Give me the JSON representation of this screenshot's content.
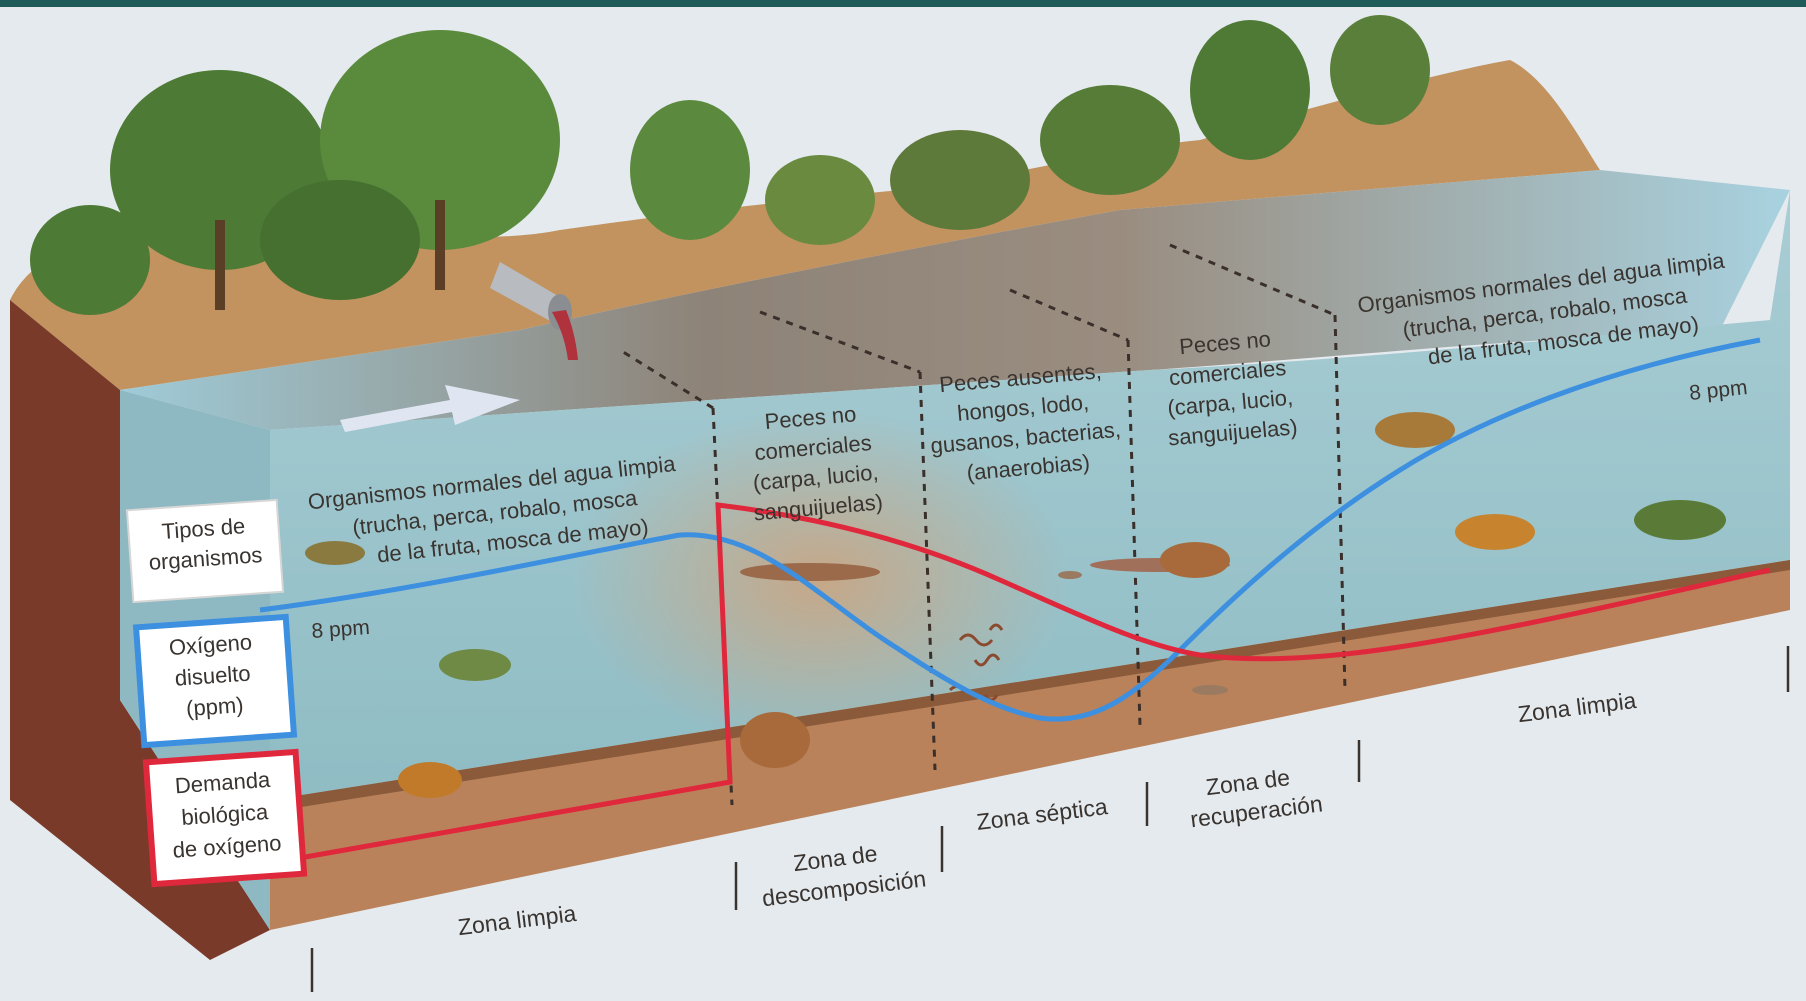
{
  "legend": {
    "organisms": [
      "Tipos de",
      "organismos"
    ],
    "oxygen": [
      "Oxígeno",
      "disuelto",
      "(ppm)"
    ],
    "bod": [
      "Demanda",
      "biológica",
      "de oxígeno"
    ]
  },
  "zones": {
    "clean_left": {
      "name": "Zona limpia",
      "organisms": [
        "Organismos normales del agua limpia",
        "(trucha, perca, robalo, mosca",
        "de la fruta, mosca de mayo)"
      ]
    },
    "decomposition": {
      "name": [
        "Zona de",
        "descomposición"
      ],
      "organisms": [
        "Peces no",
        "comerciales",
        "(carpa, lucio,",
        "sanguijuelas)"
      ]
    },
    "septic": {
      "name": "Zona séptica",
      "organisms": [
        "Peces ausentes,",
        "hongos, lodo,",
        "gusanos, bacterias,",
        "(anaerobias)"
      ]
    },
    "recovery": {
      "name": [
        "Zona de",
        "recuperación"
      ],
      "organisms": [
        "Peces no",
        "comerciales",
        "(carpa, lucio,",
        "sanguijuelas)"
      ]
    },
    "clean_right": {
      "name": "Zona limpia",
      "organisms": [
        "Organismos normales del agua limpia",
        "(trucha, perca, robalo, mosca",
        "de la fruta, mosca de mayo)"
      ]
    }
  },
  "oxygen_labels": {
    "left": "8 ppm",
    "right": "8 ppm"
  },
  "colors": {
    "oxygen": "#3d8fe0",
    "bod": "#e0283c",
    "soil": "#b9825a",
    "water": "#9cc3cc",
    "banner": "#1f5b58"
  },
  "icons": [
    "flow-arrow-icon",
    "pipe-icon",
    "fish-icon",
    "worm-icon",
    "tree-icon"
  ]
}
